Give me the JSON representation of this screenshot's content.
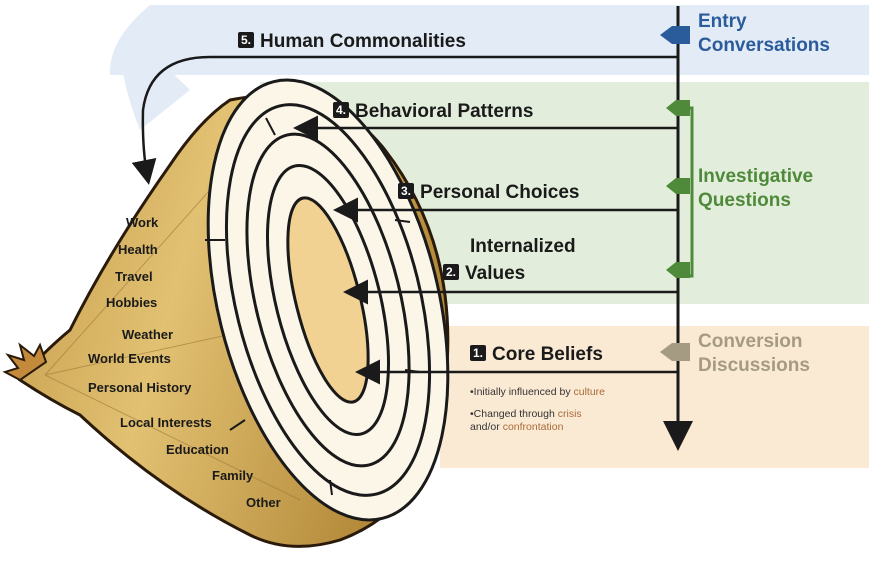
{
  "zones": {
    "entry": {
      "line1": "Entry",
      "line2": "Conversations",
      "color": "#2a5b9a",
      "bg": "#e3ecf6"
    },
    "investigative": {
      "line1": "Investigative",
      "line2": "Questions",
      "color": "#4f8a3a",
      "bg": "#e2eedb"
    },
    "conversion": {
      "line1": "Conversion",
      "line2": "Discussions",
      "color": "#a59a82",
      "bg": "#fbead3"
    }
  },
  "layers": [
    {
      "num": "5.",
      "label": "Human Commonalities"
    },
    {
      "num": "4.",
      "label": "Behavioral Patterns"
    },
    {
      "num": "3.",
      "label": "Personal Choices"
    },
    {
      "num": "2.",
      "label_line1": "Internalized",
      "label_line2": "Values"
    },
    {
      "num": "1.",
      "label": "Core Beliefs"
    }
  ],
  "core_notes": {
    "note1_prefix": "•Initially influenced by ",
    "note1_highlight": "culture",
    "note2_prefix": "•Changed through ",
    "note2_highlight": "crisis",
    "note3_prefix": "and/or ",
    "note3_highlight": "confrontation"
  },
  "topics": [
    "Work",
    "Health",
    "Travel",
    "Hobbies",
    "Weather",
    "World Events",
    "Personal History",
    "Local Interests",
    "Education",
    "Family",
    "Other"
  ]
}
